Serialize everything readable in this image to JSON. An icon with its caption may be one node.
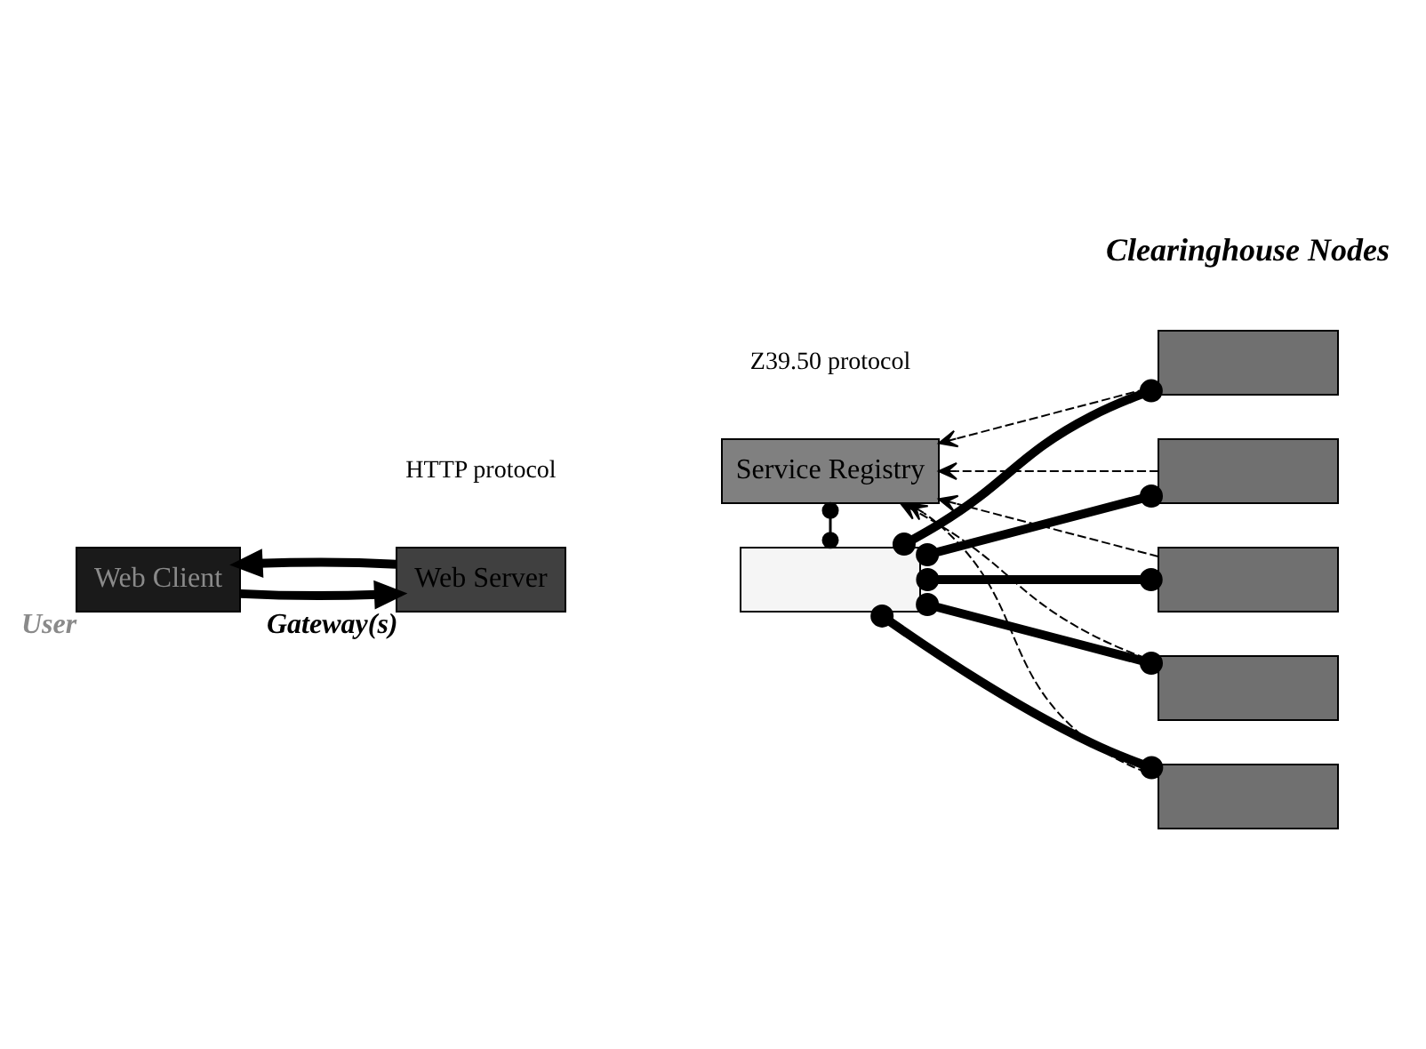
{
  "diagram": {
    "nodes": [
      {
        "text": [
          "Service Registry"
        ]
      },
      {
        "text": [
          "Web Client"
        ],
        "beside": [
          "User"
        ]
      },
      {
        "text": [
          "Web Server"
        ],
        "beside": [
          "Gateway(s)"
        ]
      },
      {
        "text": [],
        "shape": "box"
      },
      {
        "text": [],
        "shape": "box"
      },
      {
        "text": [],
        "shape": "box"
      },
      {
        "text": [],
        "shape": "box"
      },
      {
        "text": [],
        "shape": "box"
      },
      {
        "text": [],
        "shape": "box"
      }
    ],
    "edges": [
      {
        "from": 2,
        "to": 1,
        "arrow": "to"
      },
      {
        "from": 1,
        "to": 2,
        "arrow": "to"
      },
      {
        "from": 0,
        "to": 3,
        "arrow": "other"
      },
      {
        "from": 3,
        "to": 4,
        "arrow": "other"
      },
      {
        "from": 3,
        "to": 5,
        "arrow": "other"
      },
      {
        "from": 3,
        "to": 6,
        "arrow": "other"
      },
      {
        "from": 3,
        "to": 7,
        "arrow": "other"
      },
      {
        "from": 3,
        "to": 8,
        "arrow": "other"
      },
      {
        "from": 4,
        "to": 0,
        "arrow": "to",
        "style": "dashed"
      },
      {
        "from": 5,
        "to": 0,
        "arrow": "to",
        "style": "dashed"
      },
      {
        "from": 6,
        "to": 0,
        "arrow": "to",
        "style": "dashed"
      },
      {
        "from": 7,
        "to": 0,
        "arrow": "to",
        "style": "dashed"
      },
      {
        "from": 8,
        "to": 0,
        "arrow": "to",
        "style": "dashed"
      }
    ],
    "labels": [
      "Clearinghouse Nodes",
      "HTTP protocol",
      "Z39.50 protocol"
    ]
  }
}
